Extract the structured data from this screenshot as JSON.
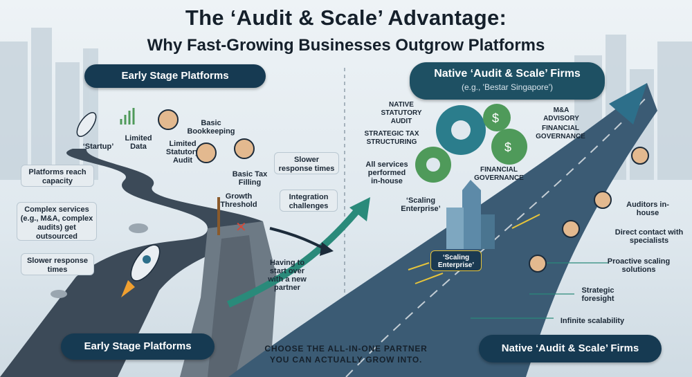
{
  "title": {
    "line1": "The ‘Audit & Scale’ Advantage:",
    "line2": "Why Fast-Growing Businesses Outgrow Platforms"
  },
  "left": {
    "header": "Early Stage Platforms",
    "footer": "Early Stage Platforms",
    "road_labels": {
      "startup": "‘Startup’",
      "limited_data": "Limited Data",
      "limited_audit": "Limited Statutory Audit",
      "basic_bookkeeping": "Basic Bookkeeping",
      "basic_tax": "Basic Tax Filling",
      "growth_threshold": "Growth Threshold"
    },
    "side_boxes": [
      "Platforms reach capacity",
      "Complex services (e.g., M&A, complex audits) get outsourced",
      "Slower response times"
    ],
    "right_boxes": [
      "Slower response times",
      "Integration challenges"
    ],
    "start_over": "Having to start over with a new partner"
  },
  "right": {
    "header": "Native ‘Audit & Scale’ Firms",
    "header_sub": "(e.g., 'Bestar Singapore')",
    "footer": "Native ‘Audit & Scale’ Firms",
    "gear_labels": {
      "statutory_audit": "NATIVE STATUTORY AUDIT",
      "tax": "STRATEGIC TAX STRUCTURING",
      "all_services": "All services performed in-house",
      "ma": "M&A ADVISORY",
      "fin_gov_1": "FINANCIAL GOVERNANCE",
      "fin_gov_2": "FINANCIAL GOVERNANCE"
    },
    "building_label": "‘Scaling Enterprise’",
    "car_label": "‘Scaling Enterprise’",
    "benefits": [
      "Auditors in-house",
      "Direct contact with specialists",
      "Proactive scaling solutions",
      "Strategic foresight",
      "Infinite scalability"
    ]
  },
  "cta": {
    "line1": "CHOOSE THE ALL-IN-ONE PARTNER",
    "line2": "YOU CAN ACTUALLY GROW INTO."
  },
  "colors": {
    "navy": "#163a52",
    "teal": "#1e5063",
    "road": "#3c4a58",
    "arrow": "#2d6f8a",
    "gear_green": "#4f9a5a",
    "gear_teal": "#2b7d8c"
  }
}
